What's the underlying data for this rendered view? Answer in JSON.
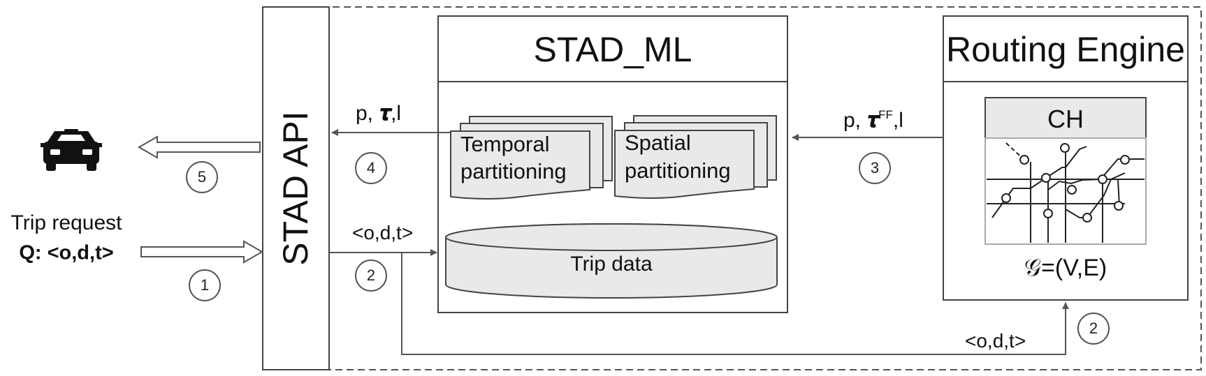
{
  "api": {
    "label": "STAD API"
  },
  "stad_ml": {
    "title": "STAD_ML",
    "temporal_label_1": "Temporal",
    "temporal_label_2": "partitioning",
    "spatial_label_1": "Spatial",
    "spatial_label_2": "partitioning",
    "trip_data_label": "Trip data"
  },
  "routing": {
    "title": "Routing Engine",
    "ch_label": "CH",
    "graph_label": "𝒢=(V,E)"
  },
  "client": {
    "trip_request_line1": "Trip request",
    "trip_request_line2": "Q: <o,d,t>"
  },
  "arrows": {
    "response_label_p": "p,",
    "response_label_tau": "𝝉",
    "response_label_l": ",l",
    "routing_label_p": "p,",
    "routing_label_tau": "𝝉",
    "routing_label_sup": "FF",
    "routing_label_l": ",l",
    "query_to_ml": "<o,d,t>",
    "query_to_routing": "<o,d,t>"
  },
  "steps": {
    "s1": "1",
    "s2a": "2",
    "s2b": "2",
    "s3": "3",
    "s4": "4",
    "s5": "5"
  },
  "icons": {
    "client": "taxi-icon"
  },
  "colors": {
    "box_fill": "#e9e9e9",
    "stroke": "#444444",
    "arrow": "#555555"
  }
}
